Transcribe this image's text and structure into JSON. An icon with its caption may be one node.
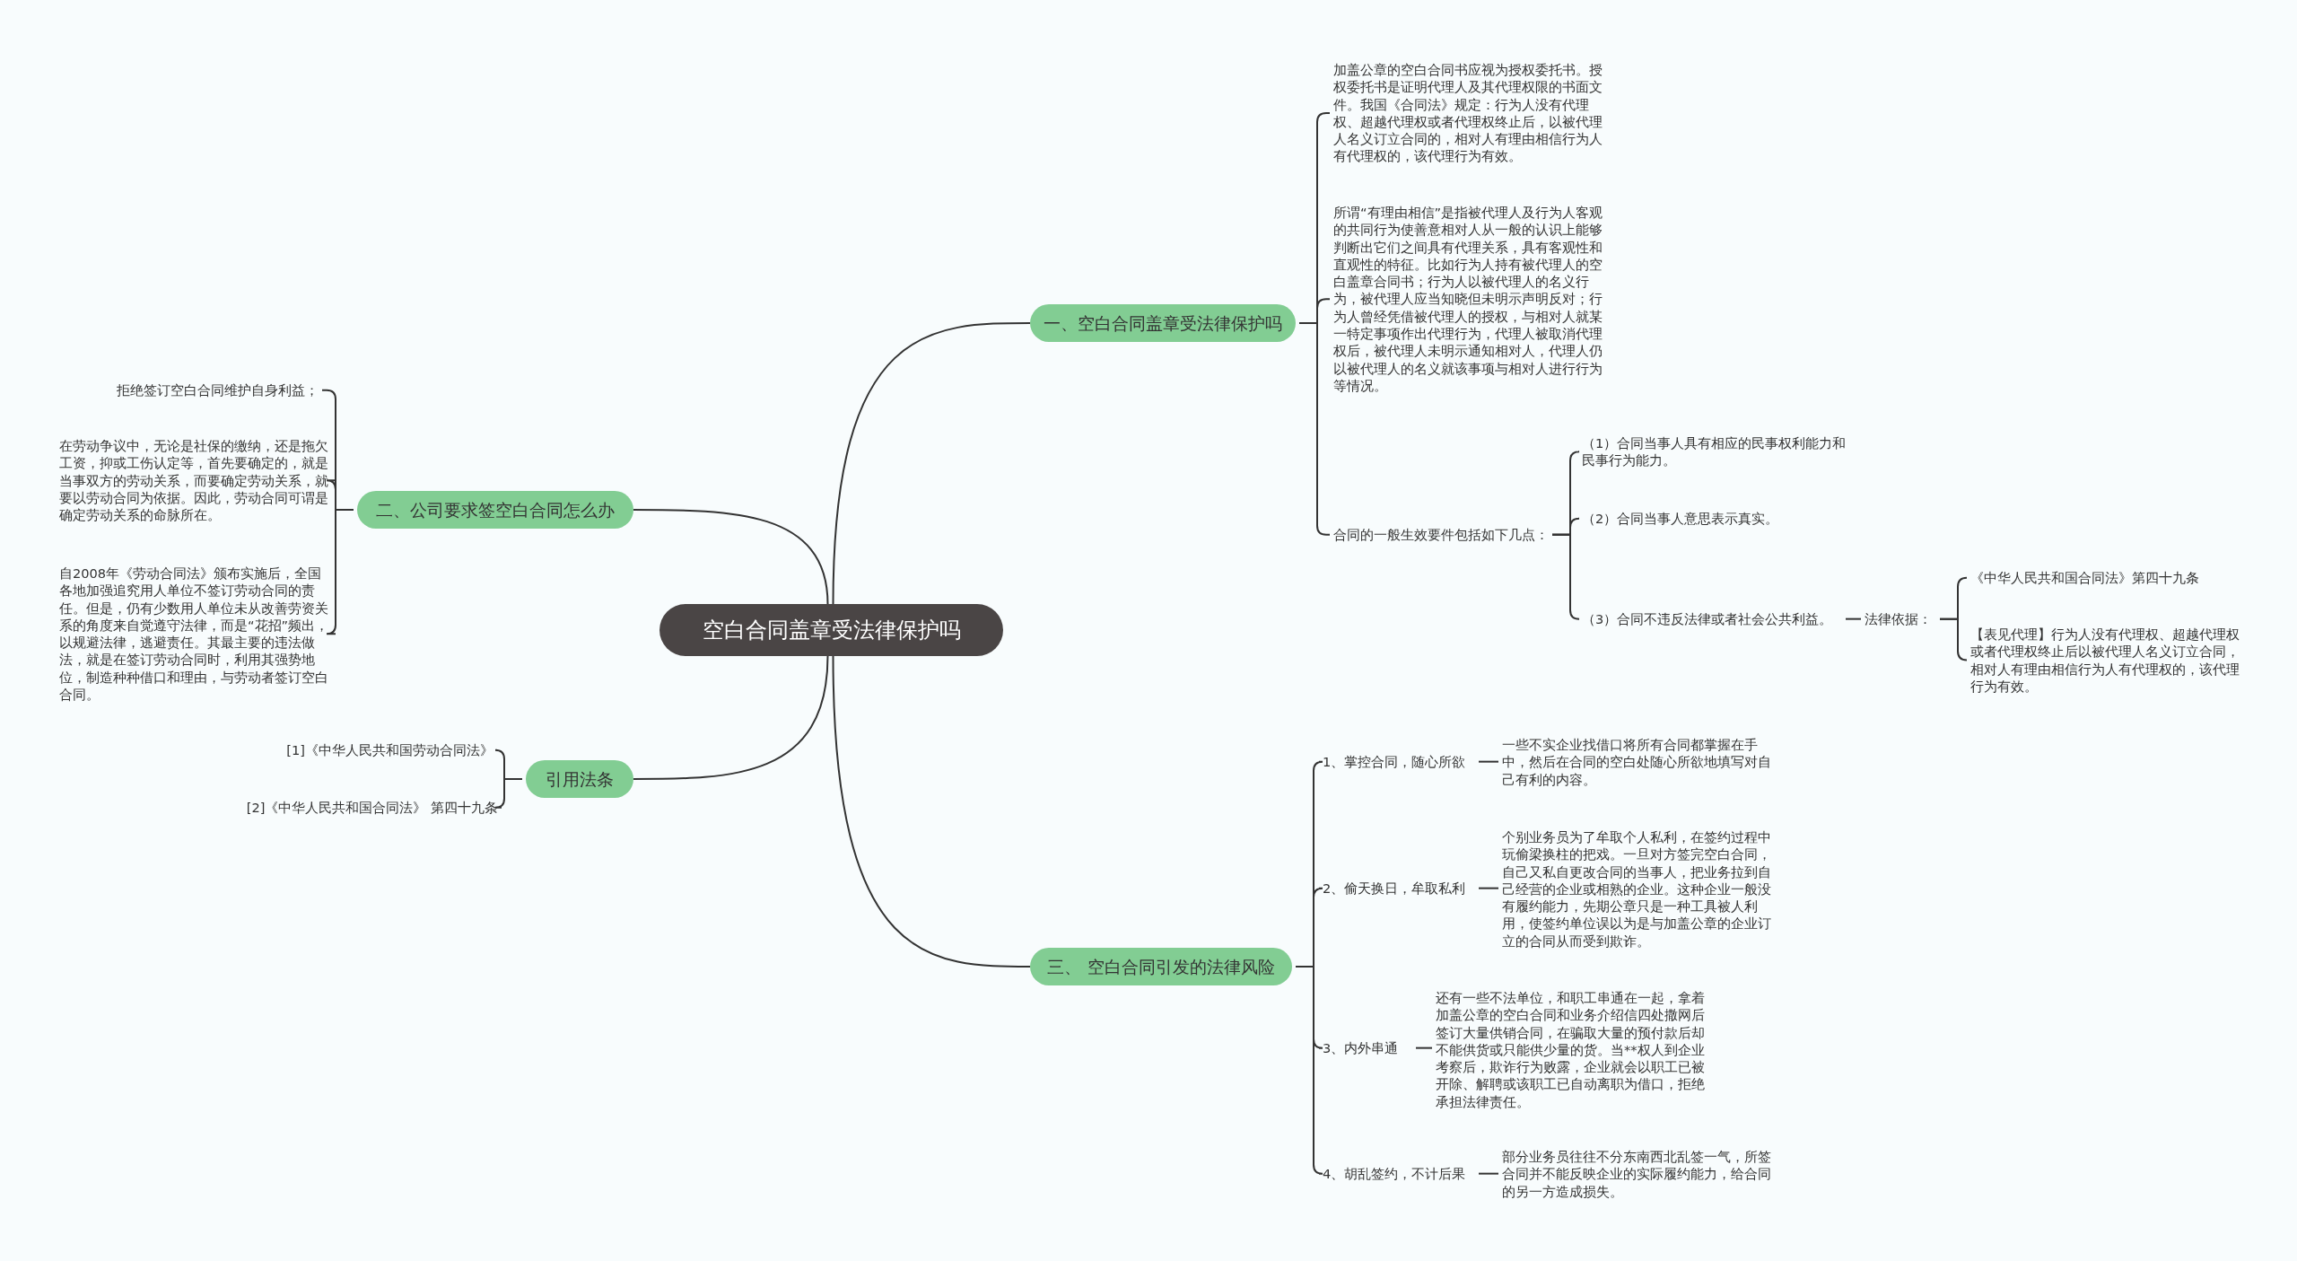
{
  "diagram": {
    "nodes": [
      {
        "text": [
          "空白合同盖章受法律保护吗"
        ]
      },
      {
        "text": [
          "一、空白合同盖章受法律保护吗"
        ]
      },
      {
        "text": [
          "加盖公章的空白合同书应视为授权委托书。授权委托书是证明代理人及其代理权限的书面文件。我国《合同法》规定：行为人没有代理权、超越代理权或者代理权终止后，以被代理人名义订立合同的，相对人有理由相信行为人有代理权的，该代理行为有效。"
        ]
      },
      {
        "text": [
          "所谓“有理由相信”是指被代理人及行为人客观的共同行为使善意相对人从一般的认识上能够判断出它们之间具有代理关系，具有客观性和直观性的特征。比如行为人持有被代理人的空白盖章合同书；行为人以被代理人的名义行为，被代理人应当知晓但未明示声明反对；行为人曾经凭借被代理人的授权，与相对人就某一特定事项作出代理行为，代理人被取消代理权后，被代理人未明示通知相对人，代理人仍以被代理人的名义就该事项与相对人进行行为等情况。"
        ]
      },
      {
        "text": [
          "合同的一般生效要件包括如下几点："
        ]
      },
      {
        "text": [
          "（1）合同当事人具有相应的民事权利能力和民事行为能力。"
        ]
      },
      {
        "text": [
          "（2）合同当事人意思表示真实。"
        ]
      },
      {
        "text": [
          "（3）合同不违反法律或者社会公共利益。"
        ]
      },
      {
        "text": [
          "法律依据："
        ]
      },
      {
        "text": [
          "《中华人民共和国合同法》第四十九条"
        ]
      },
      {
        "text": [
          "【表见代理】行为人没有代理权、超越代理权或者代理权终止后以被代理人名义订立合同，相对人有理由相信行为人有代理权的，该代理行为有效。"
        ]
      },
      {
        "text": [
          "二、公司要求签空白合同怎么办"
        ]
      },
      {
        "text": [
          "拒绝签订空白合同维护自身利益；"
        ]
      },
      {
        "text": [
          "在劳动争议中，无论是社保的缴纳，还是拖欠工资，抑或工伤认定等，首先要确定的，就是当事双方的劳动关系，而要确定劳动关系，就要以劳动合同为依据。因此，劳动合同可谓是确定劳动关系的命脉所在。"
        ]
      },
      {
        "text": [
          "自2008年《劳动合同法》颁布实施后，全国各地加强追究用人单位不签订劳动合同的责任。但是，仍有少数用人单位未从改善劳资关系的角度来自觉遵守法律，而是“花招”频出，以规避法律，逃避责任。其最主要的违法做法，就是在签订劳动合同时，利用其强势地位，制造种种借口和理由，与劳动者签订空白合同。"
        ]
      },
      {
        "text": [
          "引用法条"
        ]
      },
      {
        "text": [
          "[1]《中华人民共和国劳动合同法》"
        ]
      },
      {
        "text": [
          "[2]《中华人民共和国合同法》 第四十九条"
        ]
      },
      {
        "text": [
          "三、 空白合同引发的法律风险"
        ]
      },
      {
        "text": [
          "1、掌控合同，随心所欲"
        ]
      },
      {
        "text": [
          "一些不实企业找借口将所有合同都掌握在手中，然后在合同的空白处随心所欲地填写对自己有利的内容。"
        ]
      },
      {
        "text": [
          "2、偷天换日，牟取私利"
        ]
      },
      {
        "text": [
          "个别业务员为了牟取个人私利，在签约过程中玩偷梁换柱的把戏。一旦对方签完空白合同，自己又私自更改合同的当事人，把业务拉到自己经营的企业或相熟的企业。这种企业一般没有履约能力，先期公章只是一种工具被人利用，使签约单位误以为是与加盖公章的企业订立的合同从而受到欺诈。"
        ]
      },
      {
        "text": [
          "3、内外串通"
        ]
      },
      {
        "text": [
          "还有一些不法单位，和职工串通在一起，拿着加盖公章的空白合同和业务介绍信四处撒网后签订大量供销合同，在骗取大量的预付款后却不能供货或只能供少量的货。当**权人到企业考察后，欺诈行为败露，企业就会以职工已被开除、解聘或该职工已自动离职为借口，拒绝承担法律责任。"
        ]
      },
      {
        "text": [
          "4、胡乱签约，不计后果"
        ]
      },
      {
        "text": [
          "部分业务员往往不分东南西北乱签一气，所签合同并不能反映企业的实际履约能力，给合同的另一方造成损失。"
        ]
      }
    ],
    "edges": [
      {
        "from": 0,
        "to": 1,
        "arrow": "none"
      },
      {
        "from": 0,
        "to": 11,
        "arrow": "none"
      },
      {
        "from": 0,
        "to": 15,
        "arrow": "none"
      },
      {
        "from": 0,
        "to": 18,
        "arrow": "none"
      },
      {
        "from": 1,
        "to": 2,
        "arrow": "none"
      },
      {
        "from": 1,
        "to": 3,
        "arrow": "none"
      },
      {
        "from": 1,
        "to": 4,
        "arrow": "none"
      },
      {
        "from": 4,
        "to": 5,
        "arrow": "none"
      },
      {
        "from": 4,
        "to": 6,
        "arrow": "none"
      },
      {
        "from": 4,
        "to": 7,
        "arrow": "none"
      },
      {
        "from": 7,
        "to": 8,
        "arrow": "none"
      },
      {
        "from": 8,
        "to": 9,
        "arrow": "none"
      },
      {
        "from": 8,
        "to": 10,
        "arrow": "none"
      },
      {
        "from": 11,
        "to": 12,
        "arrow": "none"
      },
      {
        "from": 11,
        "to": 13,
        "arrow": "none"
      },
      {
        "from": 11,
        "to": 14,
        "arrow": "none"
      },
      {
        "from": 15,
        "to": 16,
        "arrow": "none"
      },
      {
        "from": 15,
        "to": 17,
        "arrow": "none"
      },
      {
        "from": 18,
        "to": 19,
        "arrow": "none"
      },
      {
        "from": 18,
        "to": 21,
        "arrow": "none"
      },
      {
        "from": 18,
        "to": 23,
        "arrow": "none"
      },
      {
        "from": 18,
        "to": 25,
        "arrow": "none"
      },
      {
        "from": 19,
        "to": 20,
        "arrow": "none"
      },
      {
        "from": 21,
        "to": 22,
        "arrow": "none"
      },
      {
        "from": 23,
        "to": 24,
        "arrow": "none"
      },
      {
        "from": 25,
        "to": 26,
        "arrow": "none"
      }
    ]
  }
}
